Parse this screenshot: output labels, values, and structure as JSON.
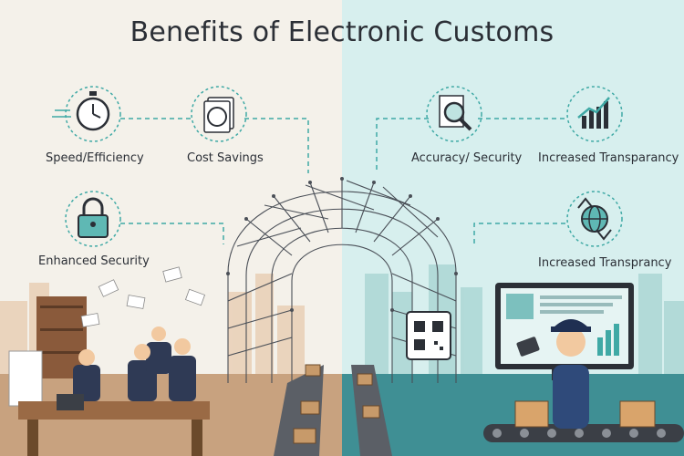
{
  "title": "Benefits of Electronic Customs",
  "benefits": {
    "speed": {
      "label": "Speed/Efficiency",
      "icon": "stopwatch-icon"
    },
    "cost": {
      "label": "Cost Savings",
      "icon": "money-stack-icon"
    },
    "security": {
      "label": "Enhanced Security",
      "icon": "padlock-icon"
    },
    "accuracy": {
      "label": "Accuracy/ Security",
      "icon": "document-magnifier-icon"
    },
    "transparency_chart": {
      "label": "Increased Transparancy",
      "icon": "rising-chart-icon"
    },
    "transparency_globe": {
      "label": "Increased Transprancy",
      "icon": "globe-arrows-icon"
    }
  },
  "colors": {
    "left_bg": "#f4f1ea",
    "right_bg": "#d7efee",
    "accent_teal": "#3fa9a5",
    "ink": "#2b2f36"
  }
}
